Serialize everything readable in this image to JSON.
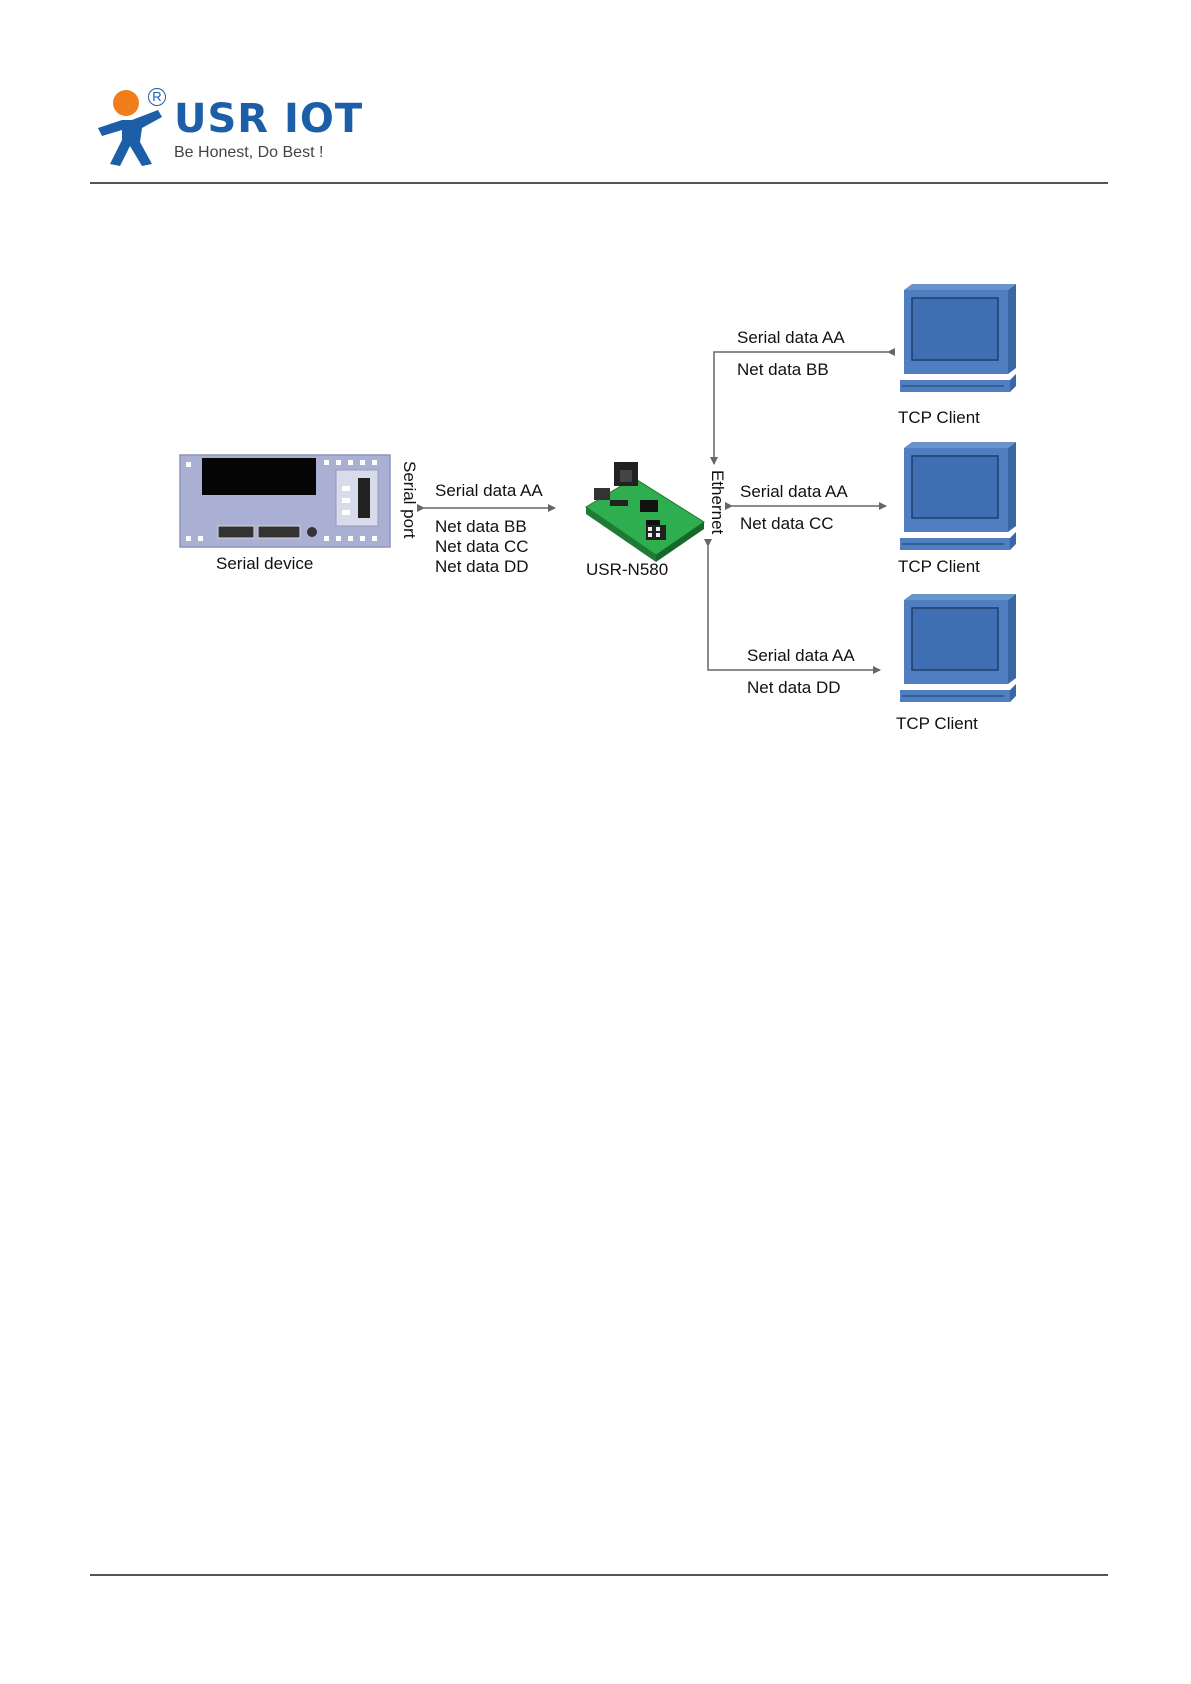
{
  "header": {
    "brand": "USR IOT",
    "registered_mark": "R",
    "slogan": "Be Honest, Do Best !"
  },
  "colors": {
    "brand_blue": "#1d5ea8",
    "logo_orange": "#f07d1a",
    "monitor_blue": "#4f7fc0",
    "board_green": "#2fae4f",
    "device_purple": "#aab0d4"
  },
  "diagram": {
    "serial_device": {
      "label": "Serial device"
    },
    "serial_port": {
      "label": "Serial port"
    },
    "device_link": {
      "serial": "Serial data AA",
      "net": [
        "Net data BB",
        "Net data CC",
        "Net data DD"
      ]
    },
    "module": {
      "label": "USR-N580"
    },
    "ethernet": {
      "label": "Ethernet"
    },
    "clients": [
      {
        "label": "TCP Client",
        "serial": "Serial data AA",
        "net": "Net data BB"
      },
      {
        "label": "TCP Client",
        "serial": "Serial data AA",
        "net": "Net data CC"
      },
      {
        "label": "TCP Client",
        "serial": "Serial data AA",
        "net": "Net data DD"
      }
    ]
  }
}
